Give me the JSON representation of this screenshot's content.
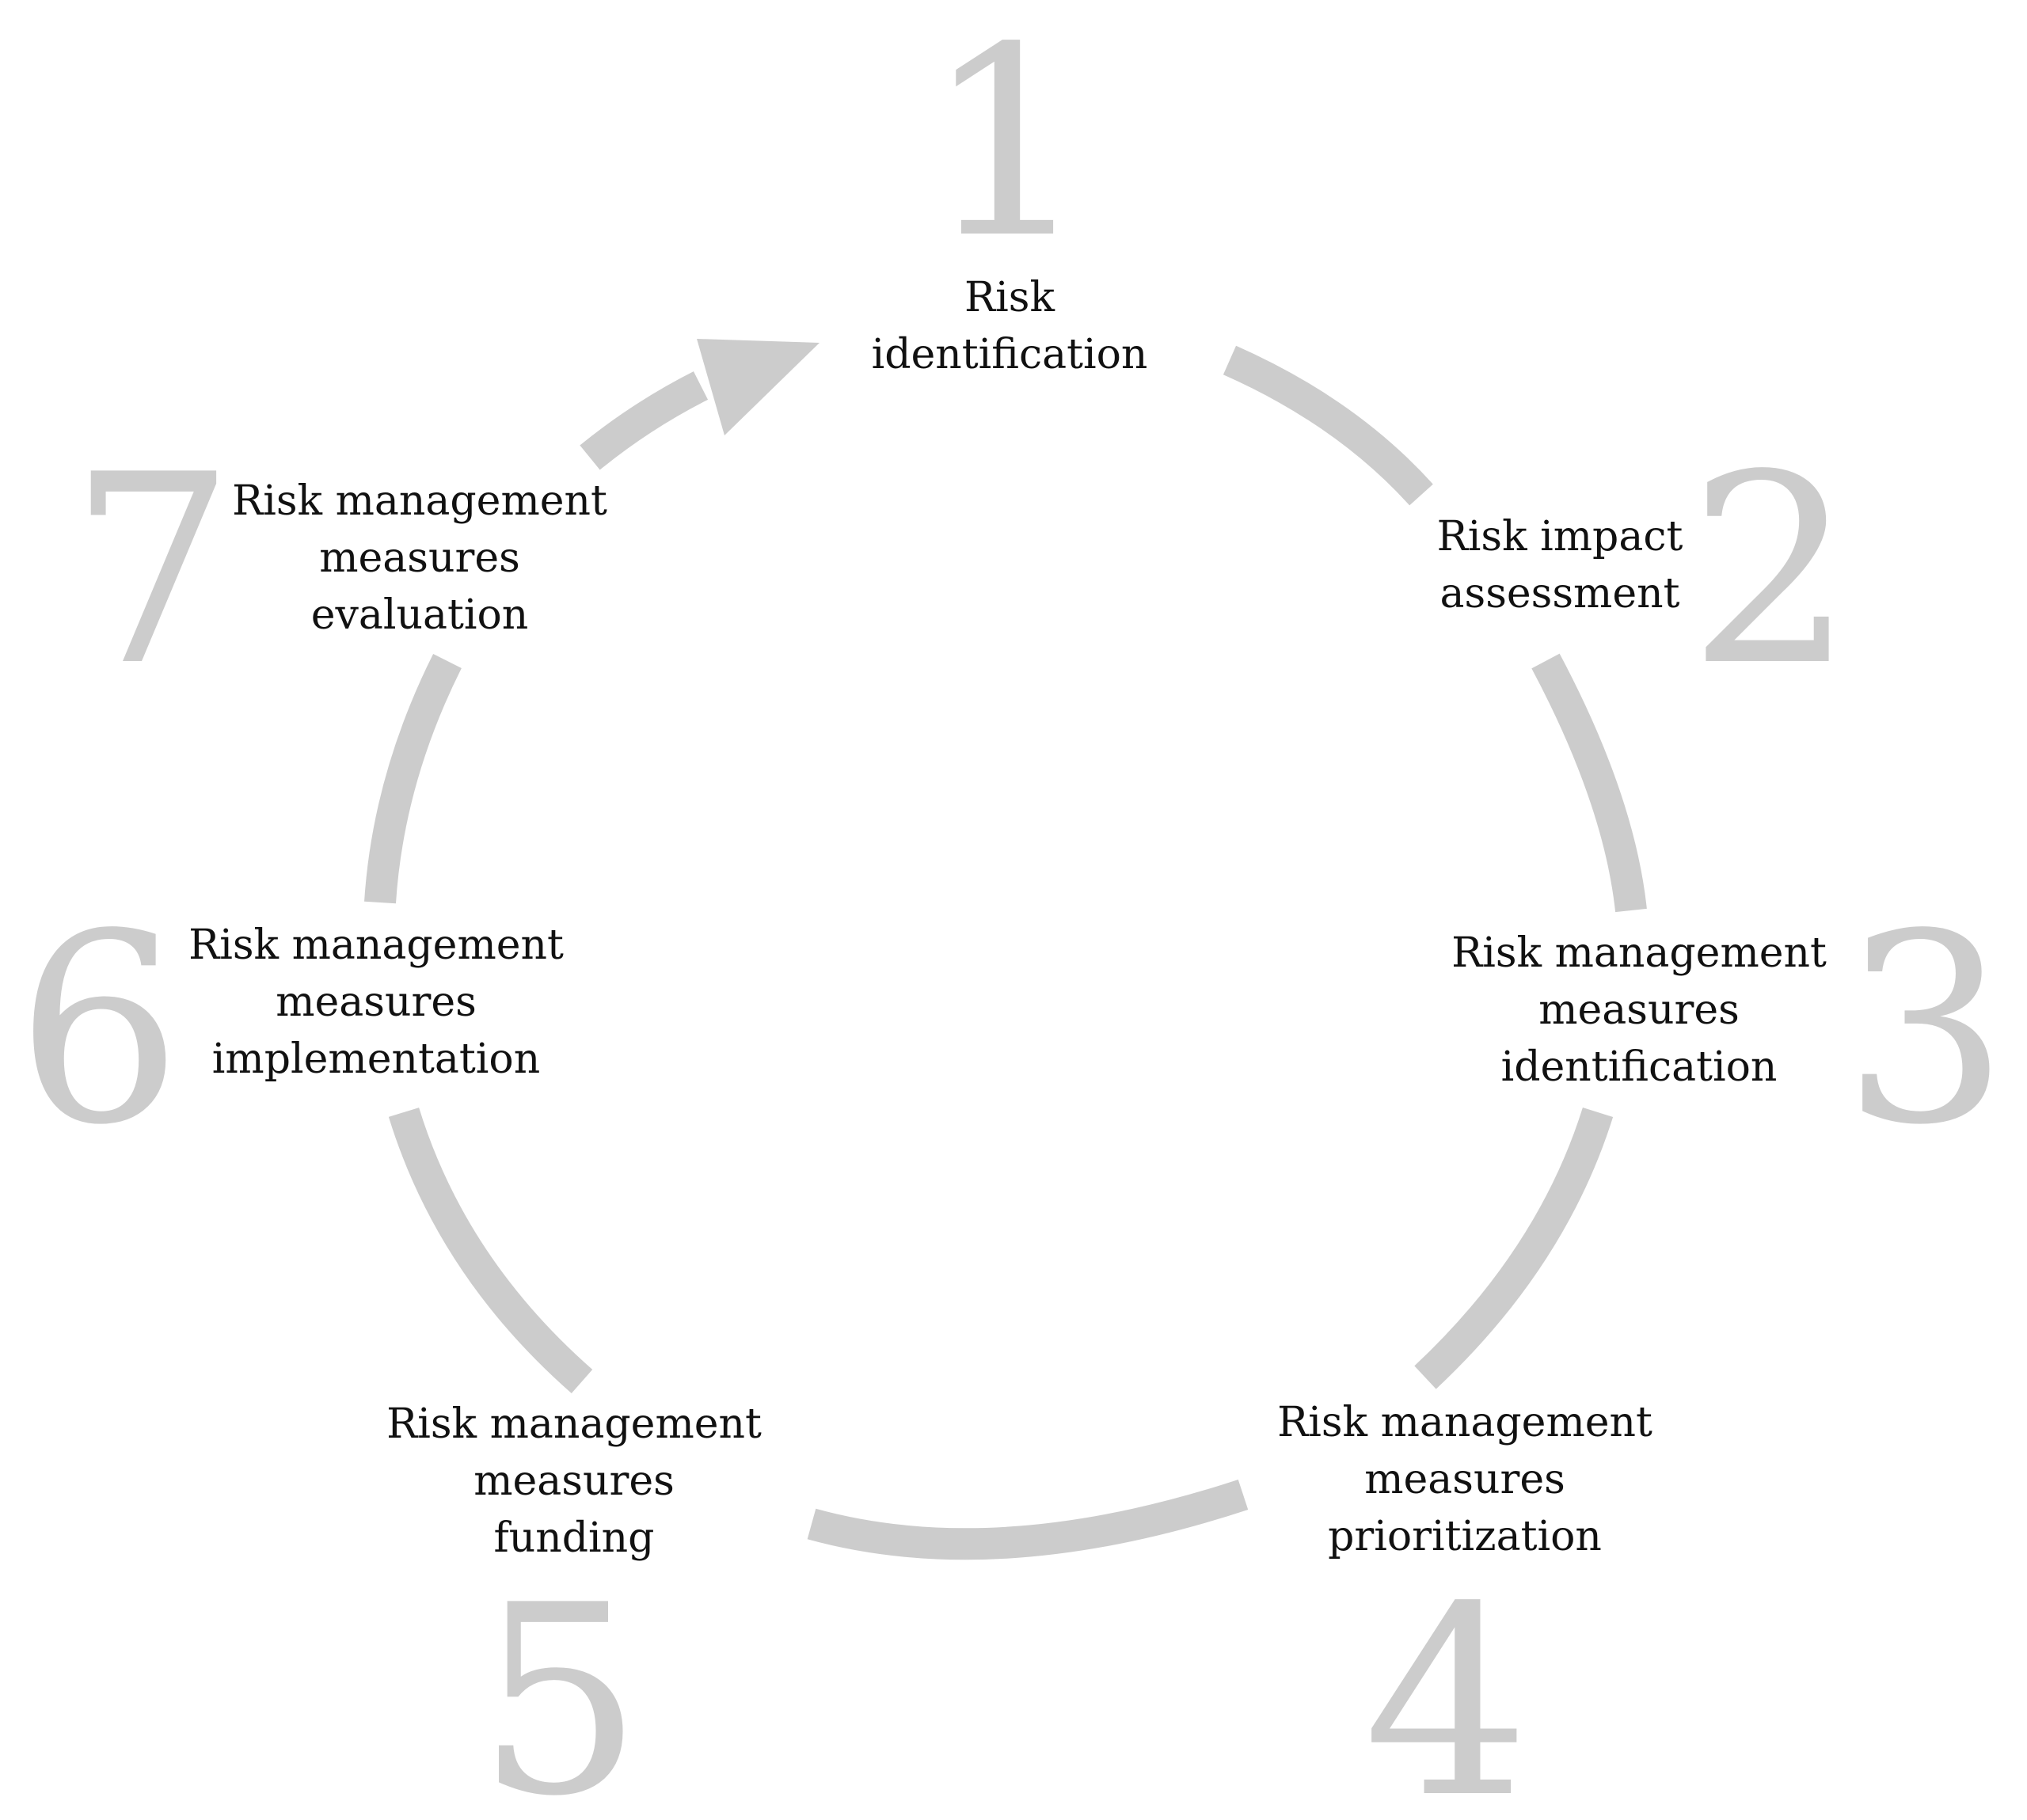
{
  "colors": {
    "ring": "#cccccc",
    "number": "#cccccc",
    "text": "#111111",
    "background": "#ffffff"
  },
  "steps": [
    {
      "number": "1",
      "label": "Risk\nidentification"
    },
    {
      "number": "2",
      "label": "Risk impact\nassessment"
    },
    {
      "number": "3",
      "label": "Risk management\nmeasures\nidentification"
    },
    {
      "number": "4",
      "label": "Risk management\nmeasures\nprioritization"
    },
    {
      "number": "5",
      "label": "Risk management\nmeasures\nfunding"
    },
    {
      "number": "6",
      "label": "Risk management\nmeasures\nimplementation"
    },
    {
      "number": "7",
      "label": "Risk management\nmeasures\nevaluation"
    }
  ]
}
